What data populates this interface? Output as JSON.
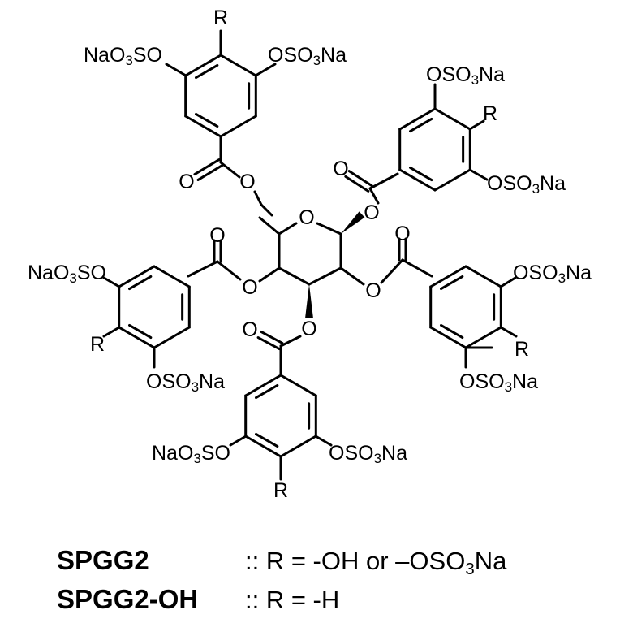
{
  "diagram": {
    "type": "chemical-structure",
    "ring_atom": "O",
    "ester_oxygen": "O",
    "carbonyl_oxygen": "O",
    "substituent": "R",
    "sulfate_left": "NaO3SO",
    "sulfate_right": "OSO3Na"
  },
  "legend": {
    "rows": [
      {
        "compound": "SPGG2",
        "definition": ":: R = -OH or –OSO3Na"
      },
      {
        "compound": "SPGG2-OH",
        "definition": ":: R = -H"
      }
    ]
  }
}
